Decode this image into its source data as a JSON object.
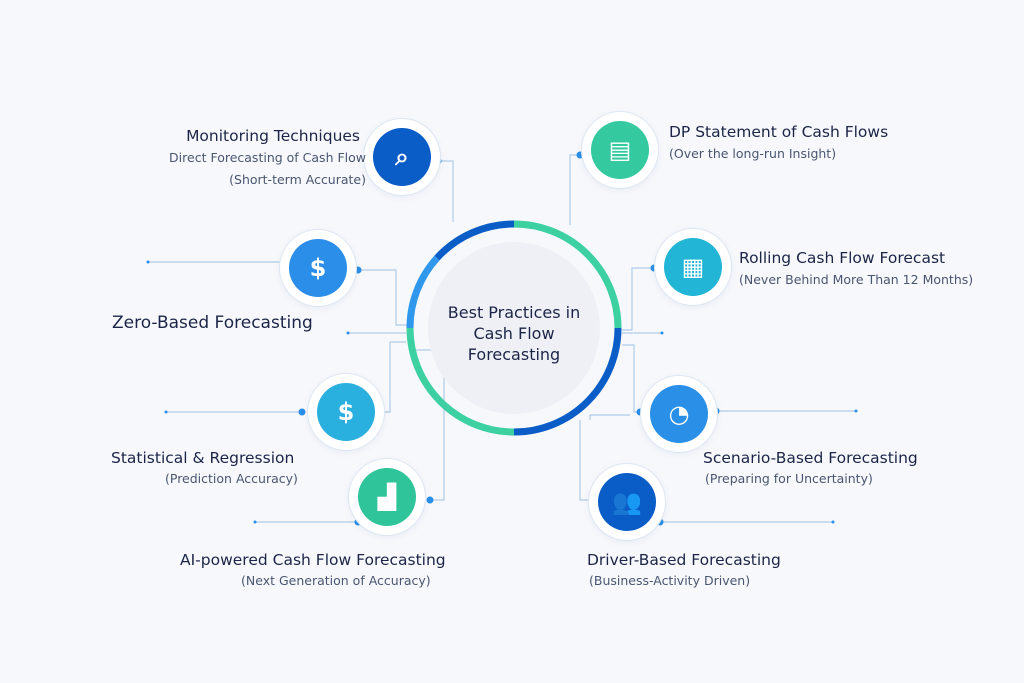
{
  "center": {
    "title_line1": "Best Practices in",
    "title_line2": "Cash Flow",
    "title_line3": "Forecasting"
  },
  "items": [
    {
      "title": "Monitoring Techniques",
      "subtitle": "Direct Forecasting of Cash Flow",
      "note": "(Short-term Accurate)",
      "icon": "magnifier-user-icon",
      "color": "#0a5cc7"
    },
    {
      "title": "Zero-Based Forecasting",
      "icon": "dollar-bag-icon",
      "color": "#2b8ee8"
    },
    {
      "title": "Statistical & Regression",
      "subtitle": "(Prediction Accuracy)",
      "icon": "dollar-person-icon",
      "color": "#2ab0de"
    },
    {
      "title": "AI-powered Cash Flow Forecasting",
      "subtitle": "(Next Generation of Accuracy)",
      "icon": "bar-chart-growth-icon",
      "color": "#2fc49a"
    },
    {
      "title": "DP Statement of Cash Flows",
      "subtitle": "(Over the long-run Insight)",
      "icon": "clipboard-chart-icon",
      "color": "#35c9a0"
    },
    {
      "title": "Rolling Cash Flow Forecast",
      "subtitle": "(Never Behind More Than 12 Months)",
      "icon": "calendar-icon",
      "color": "#22b5d6"
    },
    {
      "title": "Scenario-Based Forecasting",
      "subtitle": "(Preparing for Uncertainty)",
      "icon": "scenario-chart-icon",
      "color": "#2a8fe6"
    },
    {
      "title": "Driver-Based Forecasting",
      "subtitle": "(Business-Activity Driven)",
      "icon": "people-group-icon",
      "color": "#0a5cc7"
    }
  ],
  "colors": {
    "dark_blue": "#0a5cc7",
    "light_blue": "#2f98ec",
    "green": "#3dd0a0",
    "line": "#a9c9e8"
  }
}
